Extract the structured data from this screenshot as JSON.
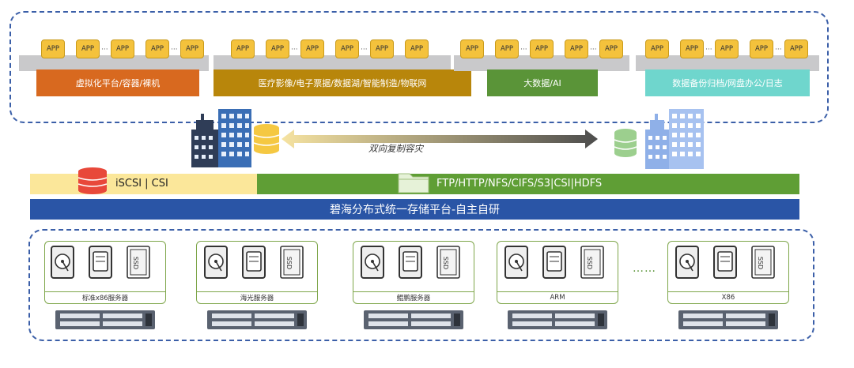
{
  "app_label": "APP",
  "app_groups": [
    {
      "label": "虚拟化平台/容器/裸机",
      "color": "#d8691f"
    },
    {
      "label": "医疗影像/电子票据/数据湖/智能制造/物联网",
      "color": "#b8860b"
    },
    {
      "label": "大数据/AI",
      "color": "#5a9438"
    },
    {
      "label": "数据备份归档/网盘办公/日志",
      "color": "#6fd6cd"
    }
  ],
  "replication_label": "双向复制容灾",
  "protocols": {
    "block": "iSCSI | CSI",
    "file": "FTP/HTTP/NFS/CIFS/S3|CSI|HDFS"
  },
  "platform_title": "碧海分布式统一存储平台-自主自研",
  "servers": [
    {
      "label": "标准x86服务器"
    },
    {
      "label": "海光服务器"
    },
    {
      "label": "鲲鹏服务器"
    },
    {
      "label": "ARM"
    },
    {
      "label": "X86"
    }
  ],
  "ellipsis": "……",
  "colors": {
    "dashed_border": "#3b5fa8",
    "platform_bar": "#2a55a6",
    "protocol_green": "#5f9e35",
    "protocol_yellow": "#fbe79a",
    "app_yellow": "#f4c23c"
  }
}
